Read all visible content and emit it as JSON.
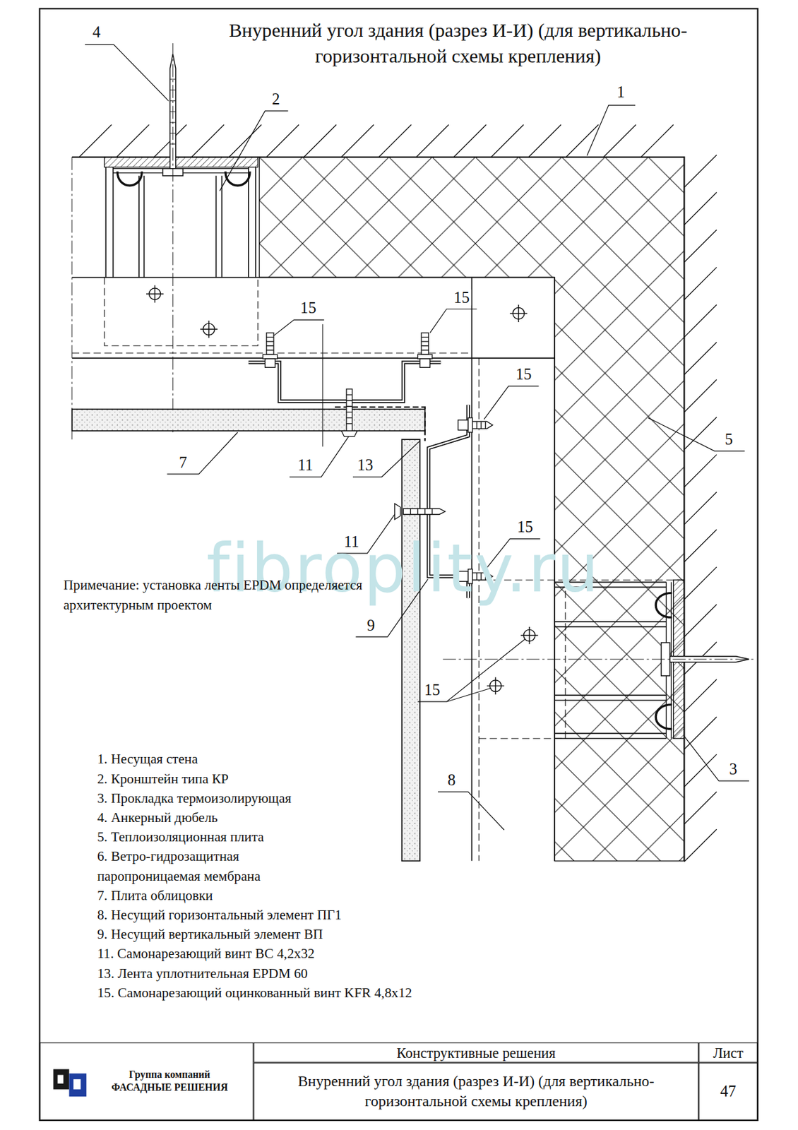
{
  "diagram": {
    "title": "Внуренний угол здания (разрез И-И) (для вертикально-горизонтальной схемы крепления)",
    "nodes": [
      {
        "text": [
          "Группа компаний",
          "ФАСАДНЫЕ РЕШЕНИЯ"
        ]
      },
      {
        "text": [
          "Конструктивные решения"
        ]
      },
      {
        "text": [
          "Лист"
        ]
      },
      {
        "text": [
          "Внуренний угол здания (разрез И-И) (для вертикально-горизонтальной схемы крепления)"
        ]
      },
      {
        "text": [
          "47"
        ]
      }
    ],
    "labels": [
      "4",
      "2",
      "1",
      "15",
      "15",
      "15",
      "5",
      "7",
      "11",
      "13",
      "11",
      "15",
      "Примечание: установка ленты EPDM определяется архитектурным проектом",
      "9",
      "15",
      "8",
      "3",
      "1. Несущая стена",
      "2. Кронштейн типа КР",
      "3. Прокладка термоизолирующая",
      "4. Анкерный дюбель",
      "5. Теплоизоляционная плита",
      "6. Ветро-гидрозащитная паропроницаемая мембрана",
      "7. Плита облицовки",
      "8. Несущий горизонтальный элемент ПГ1",
      "9. Несущий вертикальный элемент ВП",
      "11. Самонарезающий  винт ВС 4,2х32",
      "13. Лента уплотнительная EPDM 60",
      "15. Самонарезающий оцинкованный винт  KFR 4,8х12",
      "fibroplity.ru"
    ]
  }
}
